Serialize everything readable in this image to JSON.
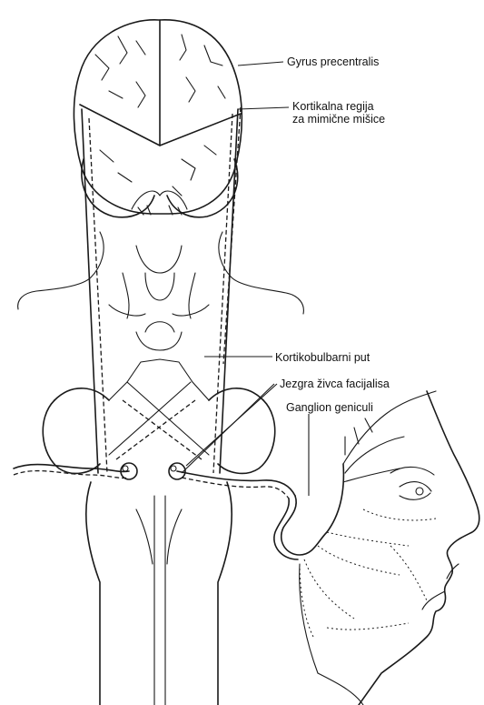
{
  "labels": {
    "gyrus": "Gyrus precentralis",
    "cortical_line1": "Kortikalna regija",
    "cortical_line2": "za mimične mišice",
    "corticobulbar": "Kortikobulbarni put",
    "nucleus": "Jezgra živca facijalisa",
    "ganglion": "Ganglion geniculi"
  }
}
